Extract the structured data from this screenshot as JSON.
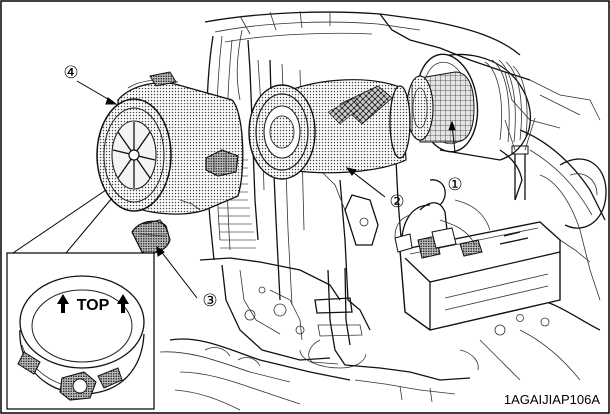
{
  "callouts": [
    "①",
    "②",
    "③",
    "④"
  ],
  "inset_label": "TOP",
  "figure_code": "1AGAIJIAP106A"
}
